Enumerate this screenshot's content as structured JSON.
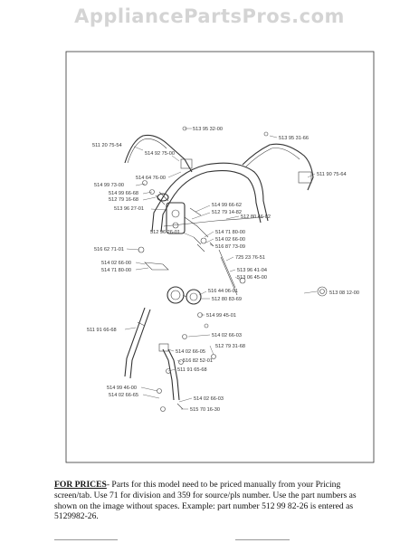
{
  "watermark": "AppliancePartsPros.com",
  "parts": [
    "513 95 32-00",
    "511 20 75-54",
    "514 92 75-00",
    "514 64 76-00",
    "513 95 31-66",
    "511 90 75-64",
    "514 99 73-00",
    "514 99 66-68",
    "512 79 16-68",
    "513 96 27-01",
    "514 99 66-62",
    "512 79 14-82",
    "512 80 46-02",
    "512 96 26-01",
    "514 71 80-00",
    "514 02 66-00",
    "516 87 73-09",
    "516 62 71-01",
    "514 02 66-00",
    "514 71 80-00",
    "725 23 76-51",
    "513 96 41-04",
    "513 06 45-00",
    "513 08 12-00",
    "516 44 06-01",
    "512 80 83-69",
    "511 91 66-68",
    "514 99 45-01",
    "514 02 66-03",
    "512 79 31-68",
    "514 02 66-05",
    "516 82 52-01",
    "511 91 65-68",
    "514 99 46-00",
    "514 02 66-65",
    "514 02 66-03",
    "515 70 16-30"
  ],
  "prices": {
    "heading": "FOR PRICES",
    "text": "- Parts for this model need to be priced manually from your Pricing screen/tab. Use 71 for division and 359 for source/pls number. Use the part numbers as shown on the image without spaces. Example: part number 512 99 82-26 is entered as 5129982-26."
  }
}
